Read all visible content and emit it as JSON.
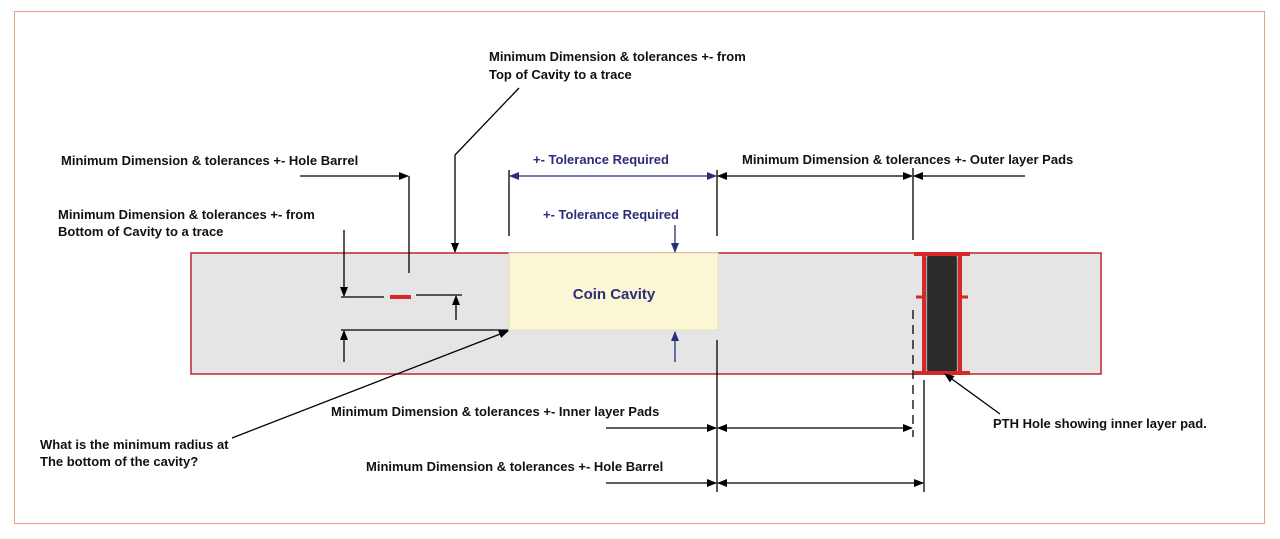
{
  "labels": {
    "top_cavity_trace_1": "Minimum Dimension & tolerances +- from",
    "top_cavity_trace_2": "Top of Cavity to a trace",
    "hole_barrel_top": "Minimum Dimension & tolerances +- Hole Barrel",
    "tolerance_required_1": "+- Tolerance Required",
    "outer_layer_pads": "Minimum Dimension & tolerances +- Outer layer Pads",
    "tolerance_required_2": "+- Tolerance Required",
    "bottom_cavity_trace_1": "Minimum Dimension & tolerances +- from",
    "bottom_cavity_trace_2": "Bottom of Cavity to a trace",
    "coin_cavity": "Coin Cavity",
    "inner_layer_pads": "Minimum Dimension & tolerances +- Inner layer Pads",
    "min_radius_1": "What is the minimum radius at",
    "min_radius_2": "The bottom of the cavity?",
    "pth_hole": "PTH Hole showing inner layer pad.",
    "hole_barrel_bottom": "Minimum Dimension & tolerances +- Hole Barrel"
  },
  "colors": {
    "board_fill": "#e5e5e5",
    "board_border": "#c0272d",
    "cavity_fill": "#fbf6d3",
    "trace_red": "#d62828",
    "blue_text": "#2a2d7a",
    "frame_border": "#e8a088",
    "hole_fill": "#2b2b2b"
  }
}
